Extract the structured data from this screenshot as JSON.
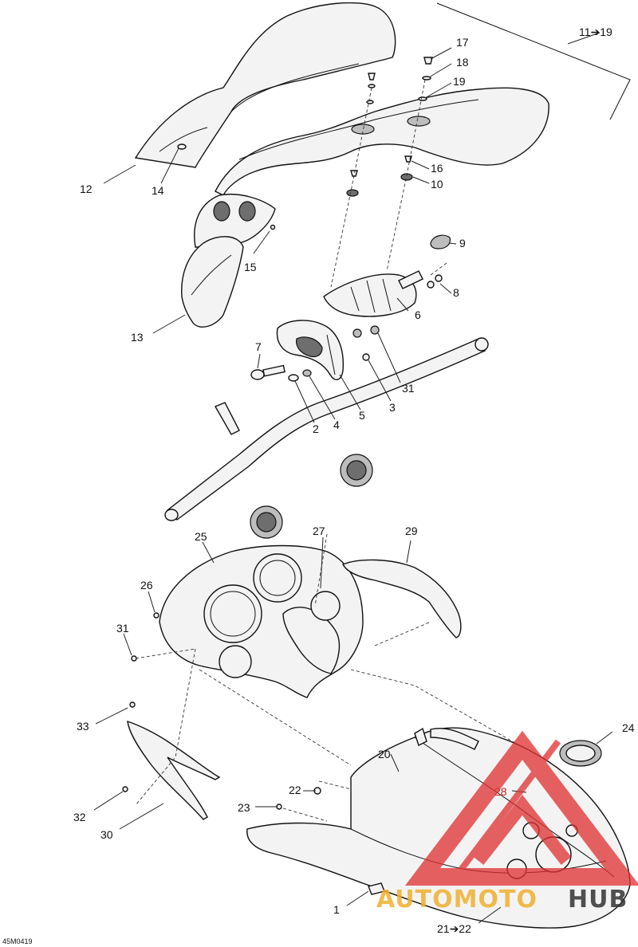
{
  "diagram": {
    "callouts": {
      "c1": "1",
      "c2": "2",
      "c3": "3",
      "c4": "4",
      "c5": "5",
      "c6": "6",
      "c7": "7",
      "c8": "8",
      "c9": "9",
      "c10": "10",
      "c11_19": "11➔19",
      "c12": "12",
      "c13": "13",
      "c14": "14",
      "c15": "15",
      "c16": "16",
      "c17": "17",
      "c18": "18",
      "c19": "19",
      "c20": "20",
      "c21_22": "21➔22",
      "c22": "22",
      "c23": "23",
      "c24": "24",
      "c25": "25",
      "c26": "26",
      "c27": "27",
      "c28": "28",
      "c29": "29",
      "c30": "30",
      "c31a": "31",
      "c31b": "31",
      "c32": "32",
      "c33": "33"
    },
    "figure_code": "45M0419",
    "watermark": {
      "brand_part1": "AUTOMOTO",
      "brand_part2": "HUB",
      "accent_color": "#e03030",
      "secondary_color": "#f0b030",
      "dark_color": "#333333"
    }
  }
}
